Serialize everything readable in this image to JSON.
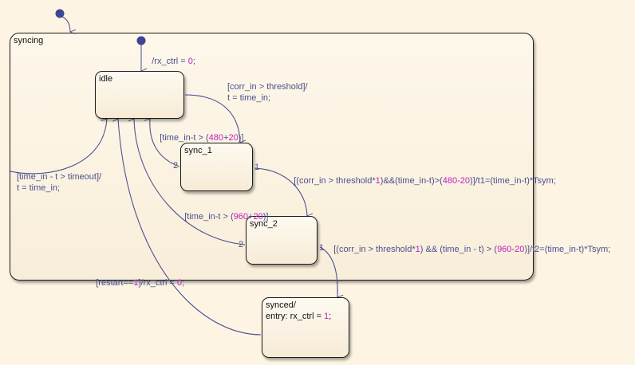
{
  "chart": {
    "states": {
      "syncing": {
        "name": "syncing"
      },
      "idle": {
        "name": "idle"
      },
      "sync_1": {
        "name": "sync_1"
      },
      "sync_2": {
        "name": "sync_2"
      },
      "synced": {
        "name": "synced/",
        "entry_prefix": "entry: rx_ctrl = ",
        "entry_value": "1",
        "entry_suffix": ";"
      }
    },
    "transitions": {
      "default_inner": {
        "prefix": "/rx_ctrl = ",
        "value": "0",
        "suffix": ";"
      },
      "idle_to_sync1": {
        "line1": "[corr_in > threshold]/",
        "line2": "t = time_in;"
      },
      "sync1_to_idle": {
        "prefix": "[time_in-t > (",
        "a": "480",
        "op": "+",
        "b": "20",
        "suffix": ")]"
      },
      "sync1_to_sync2": {
        "p1": "[(corr_in > threshold*",
        "v1": "1",
        "p2": ")&&(time_in-t)>(",
        "a": "480",
        "op": "-",
        "b": "20",
        "suffix": ")]/t1=(time_in-t)*Tsym;"
      },
      "sync2_to_idle": {
        "prefix": "[time_in-t > (",
        "a": "960",
        "op": "+",
        "b": "20",
        "suffix": ")]"
      },
      "sync2_to_synced": {
        "p1": "[(corr_in > threshold*",
        "v1": "1",
        "p2": ") && (time_in - t) > (",
        "a": "960",
        "op": "-",
        "b": "20",
        "suffix": ")]/t2=(time_in-t)*Tsym;"
      },
      "timeout": {
        "line1": "[time_in - t > timeout]/",
        "line2": "t = time_in;"
      },
      "restart": {
        "prefix": "[restart==",
        "v1": "1",
        "mid": "]/rx_ctrl = ",
        "v2": "0",
        "suffix": ";"
      }
    },
    "ports": {
      "sync1_p1": "1",
      "sync1_p2": "2",
      "sync2_p1": "1",
      "sync2_p2": "2"
    },
    "colors": {
      "transition": "#4a4f8f",
      "number": "#c020c0",
      "border": "#1a1a1a",
      "background": "#fdf4e3"
    }
  }
}
